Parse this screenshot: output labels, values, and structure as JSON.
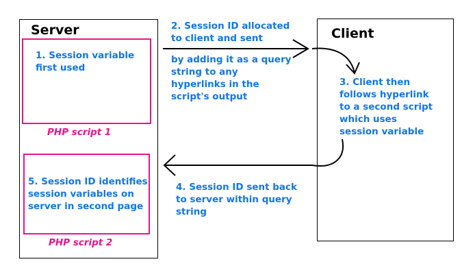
{
  "server": {
    "title": "Server",
    "script1_label": "PHP script 1",
    "script2_label": "PHP script 2",
    "step1": "1. Session variable\nfirst used",
    "step5": "5. Session ID identifies\nsession variables on\nserver in second page"
  },
  "client": {
    "title": "Client",
    "step3": "3. Client then\nfollows hyperlink\nto a second script\nwhich uses\nsession variable"
  },
  "messages": {
    "step2_heading": "2. Session ID allocated\nto client and sent",
    "step2_detail": "by adding it as a query\nstring to any\nhyperlinks in the\nscript's output",
    "step4": "4. Session ID sent back\nto server within query\nstring"
  },
  "colors": {
    "text_blue": "#1077e6",
    "script_pink": "#e8158a",
    "outline": "#000000"
  }
}
